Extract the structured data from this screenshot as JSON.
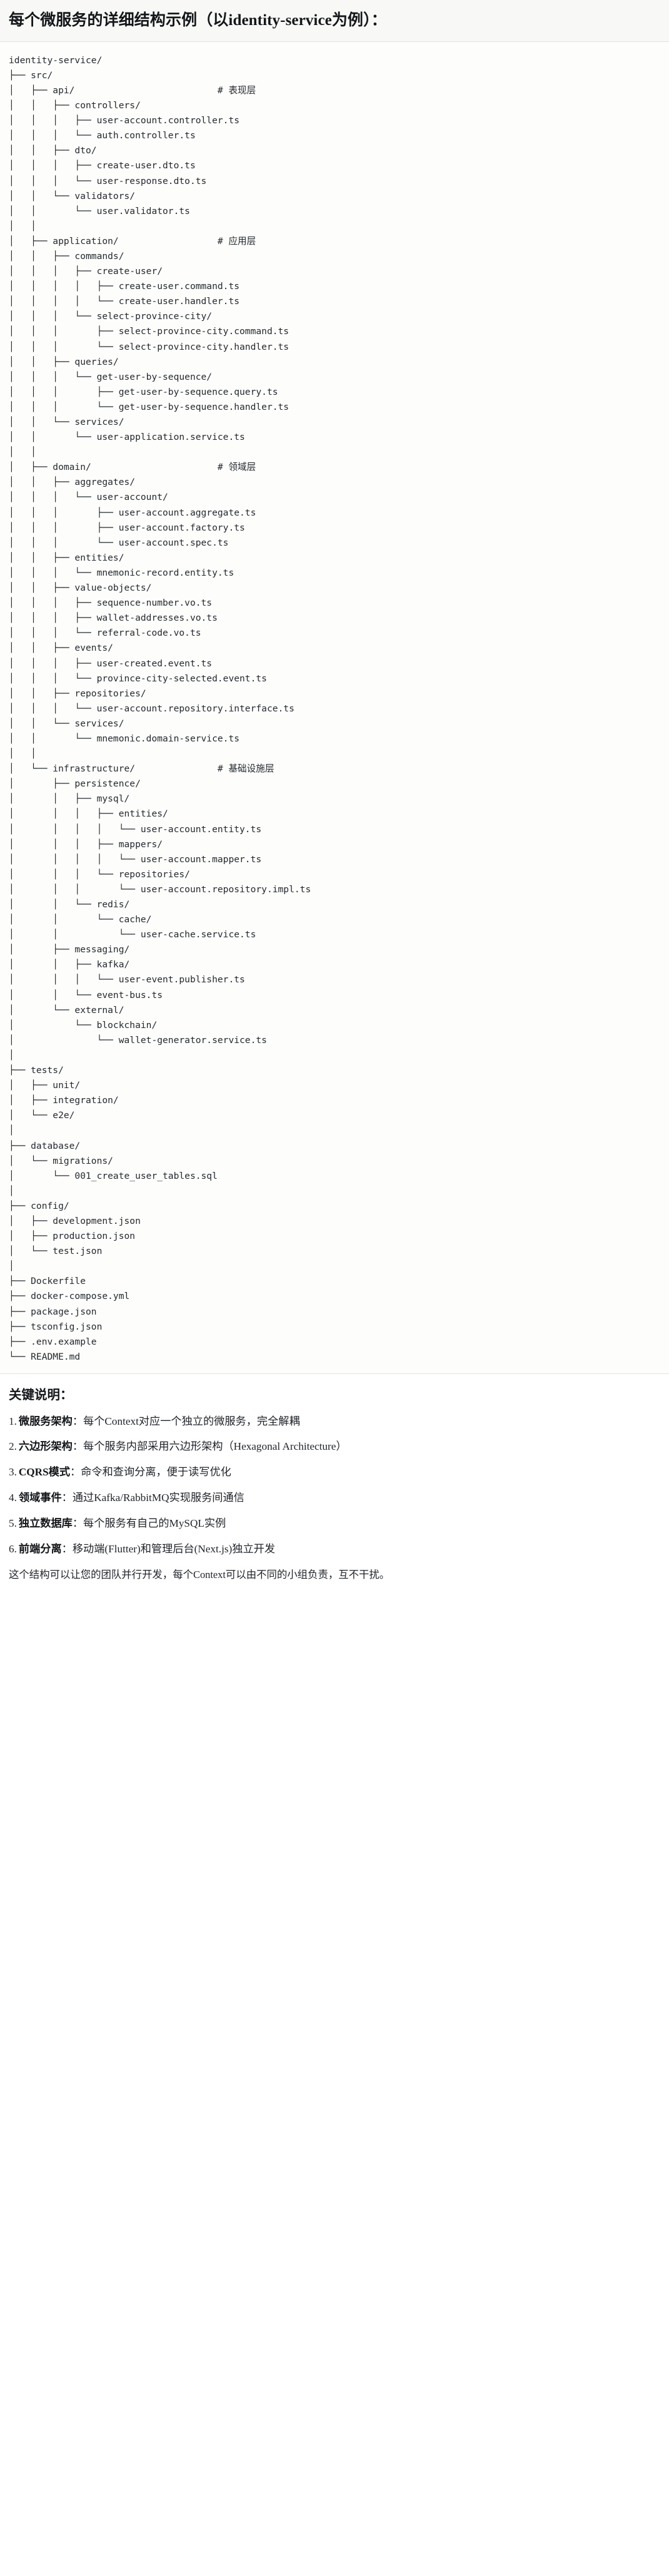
{
  "heading": {
    "text": "每个微服务的详细结构示例（以identity-service为例）："
  },
  "tree": {
    "root_label": "identity-service/",
    "text": "identity-service/\n├── src/\n│   ├── api/                          # 表现层\n│   │   ├── controllers/\n│   │   │   ├── user-account.controller.ts\n│   │   │   └── auth.controller.ts\n│   │   ├── dto/\n│   │   │   ├── create-user.dto.ts\n│   │   │   └── user-response.dto.ts\n│   │   └── validators/\n│   │       └── user.validator.ts\n│   │\n│   ├── application/                  # 应用层\n│   │   ├── commands/\n│   │   │   ├── create-user/\n│   │   │   │   ├── create-user.command.ts\n│   │   │   │   └── create-user.handler.ts\n│   │   │   └── select-province-city/\n│   │   │       ├── select-province-city.command.ts\n│   │   │       └── select-province-city.handler.ts\n│   │   ├── queries/\n│   │   │   └── get-user-by-sequence/\n│   │   │       ├── get-user-by-sequence.query.ts\n│   │   │       └── get-user-by-sequence.handler.ts\n│   │   └── services/\n│   │       └── user-application.service.ts\n│   │\n│   ├── domain/                       # 领域层\n│   │   ├── aggregates/\n│   │   │   └── user-account/\n│   │   │       ├── user-account.aggregate.ts\n│   │   │       ├── user-account.factory.ts\n│   │   │       └── user-account.spec.ts\n│   │   ├── entities/\n│   │   │   └── mnemonic-record.entity.ts\n│   │   ├── value-objects/\n│   │   │   ├── sequence-number.vo.ts\n│   │   │   ├── wallet-addresses.vo.ts\n│   │   │   └── referral-code.vo.ts\n│   │   ├── events/\n│   │   │   ├── user-created.event.ts\n│   │   │   └── province-city-selected.event.ts\n│   │   ├── repositories/\n│   │   │   └── user-account.repository.interface.ts\n│   │   └── services/\n│   │       └── mnemonic.domain-service.ts\n│   │\n│   └── infrastructure/               # 基础设施层\n│       ├── persistence/\n│       │   ├── mysql/\n│       │   │   ├── entities/\n│       │   │   │   └── user-account.entity.ts\n│       │   │   ├── mappers/\n│       │   │   │   └── user-account.mapper.ts\n│       │   │   └── repositories/\n│       │   │       └── user-account.repository.impl.ts\n│       │   └── redis/\n│       │       └── cache/\n│       │           └── user-cache.service.ts\n│       ├── messaging/\n│       │   ├── kafka/\n│       │   │   └── user-event.publisher.ts\n│       │   └── event-bus.ts\n│       └── external/\n│           └── blockchain/\n│               └── wallet-generator.service.ts\n│\n├── tests/\n│   ├── unit/\n│   ├── integration/\n│   └── e2e/\n│\n├── database/\n│   └── migrations/\n│       └── 001_create_user_tables.sql\n│\n├── config/\n│   ├── development.json\n│   ├── production.json\n│   └── test.json\n│\n├── Dockerfile\n├── docker-compose.yml\n├── package.json\n├── tsconfig.json\n├── .env.example\n└── README.md",
    "layer_comments": [
      {
        "path": "src/api/",
        "comment": "# 表现层"
      },
      {
        "path": "src/application/",
        "comment": "# 应用层"
      },
      {
        "path": "src/domain/",
        "comment": "# 领域层"
      },
      {
        "path": "src/infrastructure/",
        "comment": "# 基础设施层"
      }
    ]
  },
  "notes": {
    "title": "关键说明：",
    "items": [
      {
        "term": "微服务架构",
        "sep": "：",
        "desc": "每个Context对应一个独立的微服务，完全解耦"
      },
      {
        "term": "六边形架构",
        "sep": "：",
        "desc": "每个服务内部采用六边形架构（Hexagonal Architecture）"
      },
      {
        "term": "CQRS模式",
        "sep": "：",
        "desc": "命令和查询分离，便于读写优化"
      },
      {
        "term": "领域事件",
        "sep": "：",
        "desc": "通过Kafka/RabbitMQ实现服务间通信"
      },
      {
        "term": "独立数据库",
        "sep": "：",
        "desc": "每个服务有自己的MySQL实例"
      },
      {
        "term": "前端分离",
        "sep": "：",
        "desc": "移动端(Flutter)和管理后台(Next.js)独立开发"
      }
    ],
    "closing": "这个结构可以让您的团队并行开发，每个Context可以由不同的小组负责，互不干扰。"
  },
  "colors": {
    "heading_bg": "#f8f8f6",
    "code_bg": "#fdfdfb",
    "text": "#1f2328",
    "code_text": "#24292f",
    "rule": "#e2e2dd"
  }
}
